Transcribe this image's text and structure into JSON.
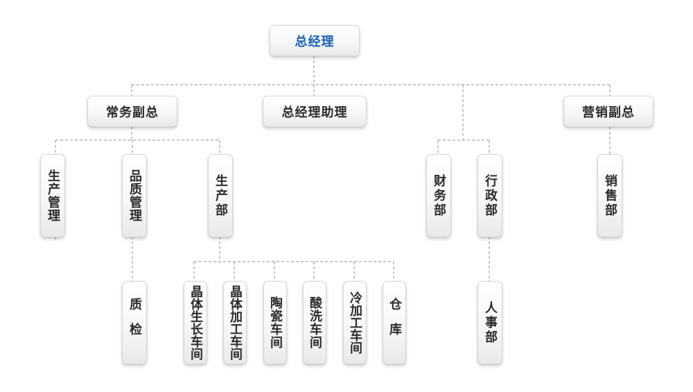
{
  "org_chart": {
    "root": {
      "label": "总经理"
    },
    "level1": {
      "vp_operations": "常务副总",
      "gm_assistant": "总经理助理",
      "vp_sales": "营销副总"
    },
    "departments": {
      "production_management": "生产管理",
      "quality_management": "品质管理",
      "production_dept": "生产部",
      "finance_dept": "财务部",
      "admin_dept": "行政部",
      "sales_dept": "销售部",
      "quality_inspection": "质检",
      "hr_dept": "人事部"
    },
    "workshops": {
      "crystal_growth": "晶体生长车间",
      "crystal_processing": "晶体加工车间",
      "ceramic": "陶瓷车间",
      "pickling": "酸洗车间",
      "cold_working": "冷加工车间",
      "warehouse": "仓库"
    }
  },
  "colors": {
    "root_text": "#1a5fb4",
    "node_text": "#2b2b2b",
    "connector": "#b3b3b3",
    "node_border": "#d6d6d6"
  }
}
